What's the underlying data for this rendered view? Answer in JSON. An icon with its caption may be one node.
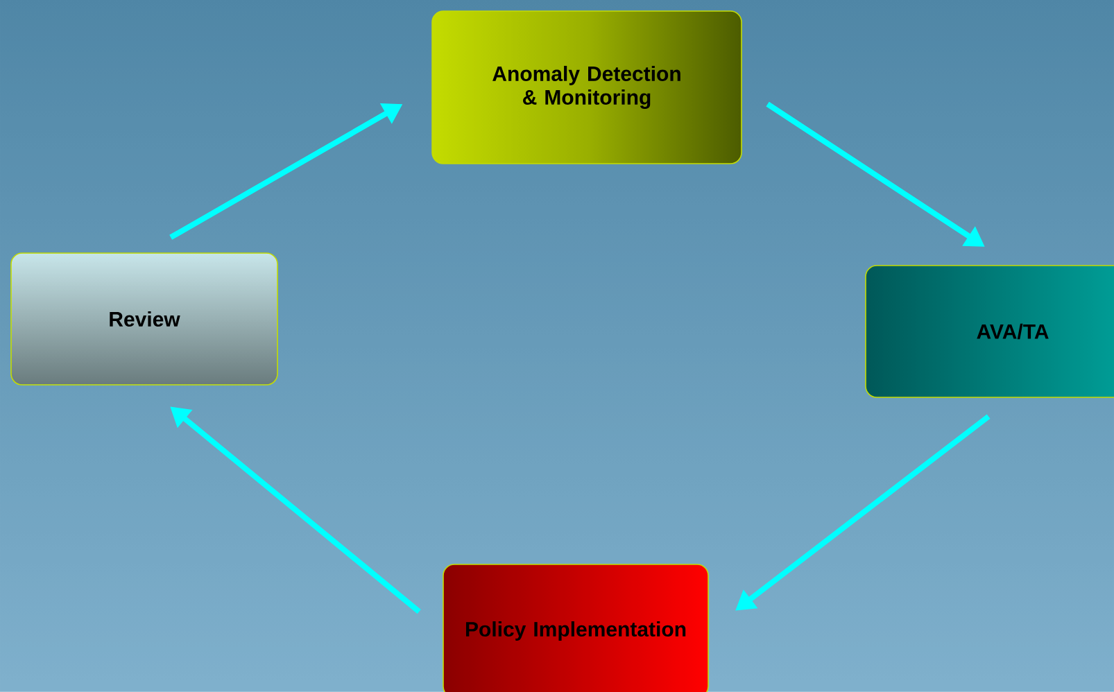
{
  "diagram": {
    "nodes": [
      {
        "text": [
          "Anomaly Detection & Monitoring"
        ]
      },
      {
        "text": [
          "AVA/TA"
        ]
      },
      {
        "text": [
          "Policy Implementation"
        ]
      },
      {
        "text": [
          "Review"
        ]
      }
    ],
    "edges": [
      {
        "from": 0,
        "to": 1,
        "arrow": "to"
      },
      {
        "from": 1,
        "to": 2,
        "arrow": "to"
      },
      {
        "from": 2,
        "to": 3,
        "arrow": "to"
      },
      {
        "from": 3,
        "to": 0,
        "arrow": "to"
      }
    ]
  }
}
